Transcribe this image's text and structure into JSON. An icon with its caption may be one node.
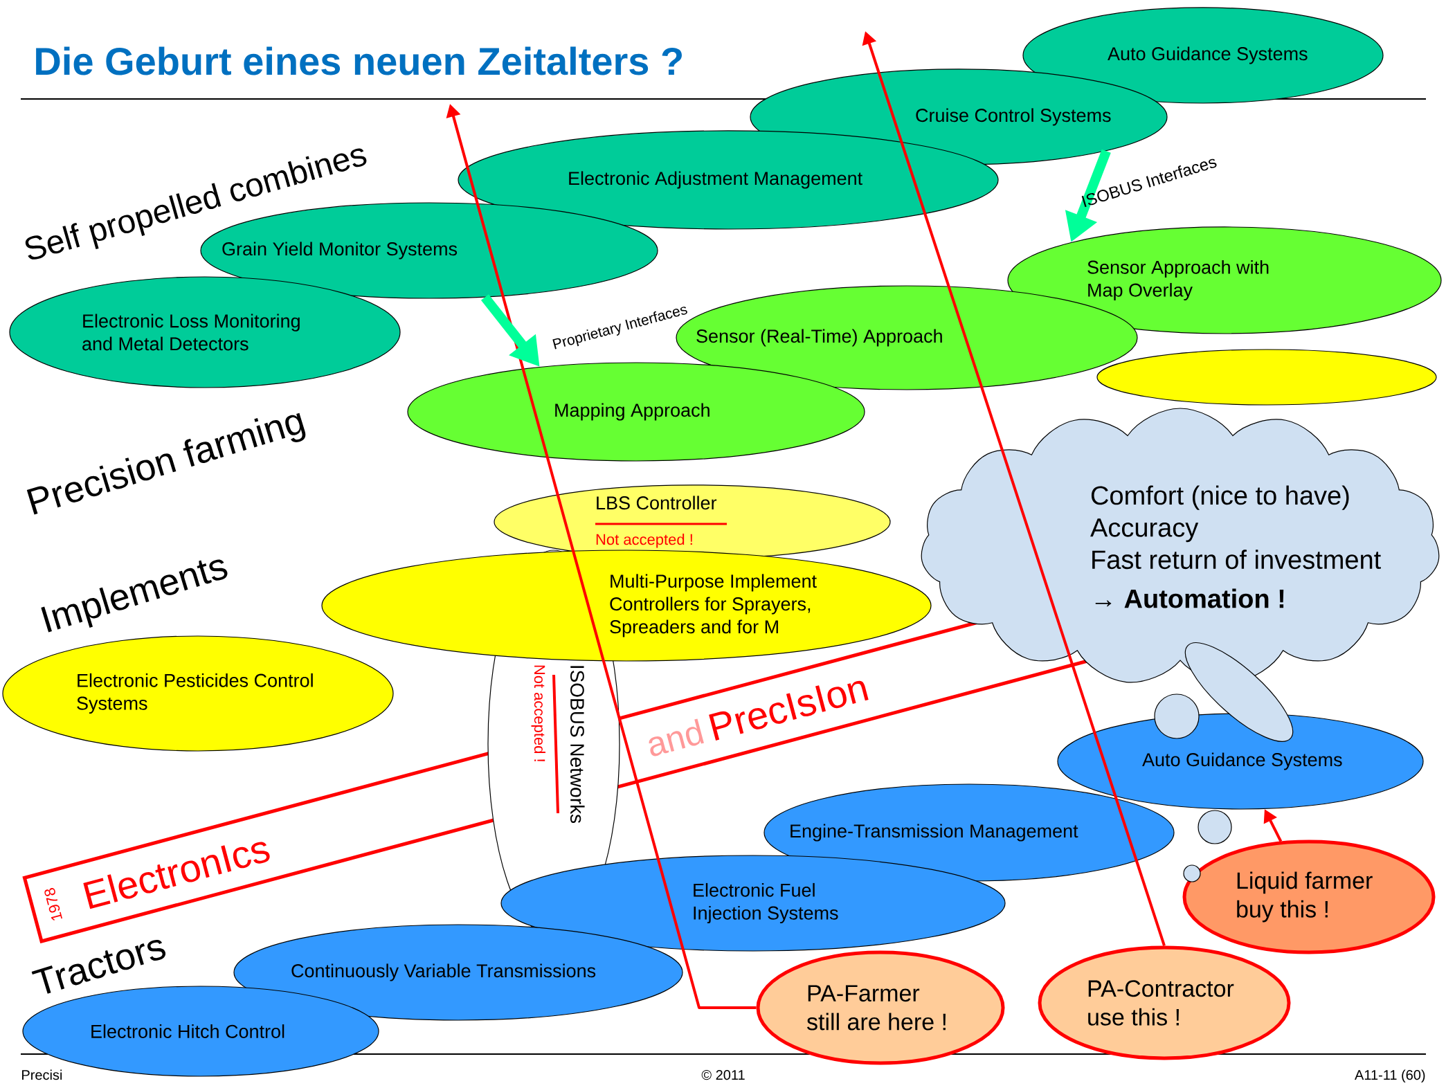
{
  "diagram": {
    "title": "Die Geburt eines neuen Zeitalters ?",
    "nodes": [
      {
        "text": [
          "Auto Guidance Systems"
        ]
      },
      {
        "text": [
          "Cruise Control Systems"
        ]
      },
      {
        "text": [
          "Electronic Adjustment Management"
        ]
      },
      {
        "text": [
          "Grain Yield Monitor Systems"
        ]
      },
      {
        "text": [
          "Electronic Loss Monitoring and Metal Detectors"
        ]
      },
      {
        "text": [
          "Sensor Approach with Map Overlay"
        ]
      },
      {
        "text": [
          "Sensor (Real-Time) Approach"
        ]
      },
      {
        "text": [
          "Mapping Approach"
        ]
      },
      {
        "text": [],
        "shape": "ellipse"
      },
      {
        "text": [
          "LBS Controller",
          "Not accepted !"
        ]
      },
      {
        "text": [
          "ISOBUS Networks",
          "Not accepted !"
        ]
      },
      {
        "text": [
          "Multi-Purpose Implement Controllers for Sprayers, Spreaders and for M"
        ]
      },
      {
        "text": [
          "Electronic Pesticides Control Systems"
        ]
      },
      {
        "text": [
          "Comfort (nice to have)",
          "Accuracy",
          "Fast return of investment",
          "→ **Automation !**"
        ]
      },
      {
        "text": [
          "Auto Guidance Systems"
        ]
      },
      {
        "text": [
          "Engine-Transmission Management"
        ]
      },
      {
        "text": [
          "Electronic Fuel Injection Systems"
        ]
      },
      {
        "text": [
          "Continuously Variable Transmissions"
        ]
      },
      {
        "text": [
          "Electronic Hitch Control"
        ]
      },
      {
        "text": [
          "PA-Farmer still are here !"
        ]
      },
      {
        "text": [
          "PA-Contractor use this !"
        ]
      },
      {
        "text": [
          "Liquid farmer buy this !"
        ]
      }
    ],
    "edges": [
      {
        "from": 19,
        "to": null,
        "arrow": "to"
      },
      {
        "from": 20,
        "to": null,
        "arrow": "to"
      },
      {
        "from": 21,
        "to": 14,
        "arrow": "to"
      },
      {
        "from": 3,
        "to": 7,
        "arrow": "to",
        "label": "Proprietary Interfaces",
        "style": "thick",
        "color": "#00ff99"
      },
      {
        "from": 1,
        "to": 5,
        "arrow": "to",
        "label": "ISOBUS Interfaces",
        "style": "thick",
        "color": "#00ff99"
      }
    ],
    "labels": [
      "Self propelled combines",
      "Precision farming",
      "Implements",
      "1978",
      "ElectronIcs",
      "and",
      "PrecIsIon",
      "Tractors",
      "Precisi",
      "© 2011",
      "A11-11 (60)"
    ]
  }
}
